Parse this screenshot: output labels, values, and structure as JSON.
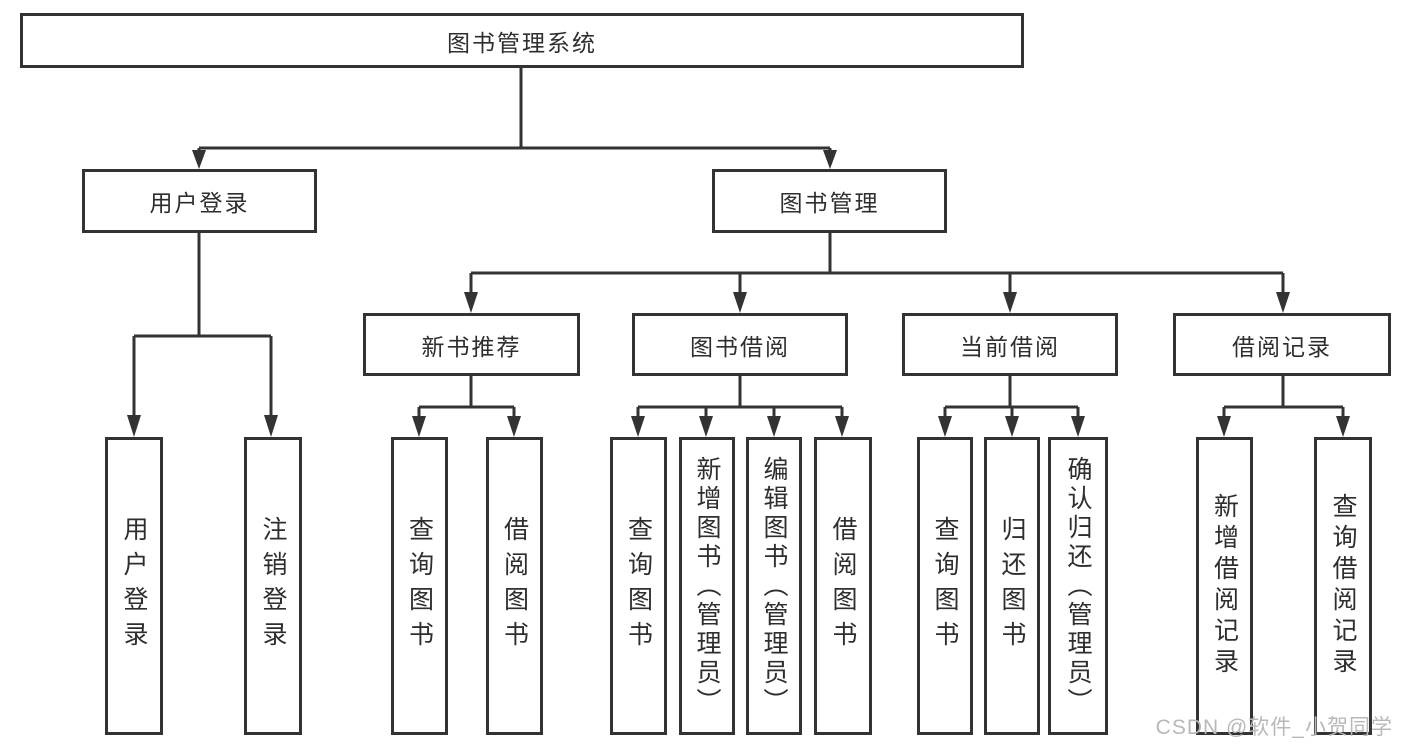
{
  "watermark": "CSDN @软件_小贺同学",
  "colors": {
    "line": "#333333",
    "text": "#2e2e2e",
    "background": "#ffffff",
    "watermark": "#b8b8b8"
  },
  "root": {
    "label": "图书管理系统",
    "children": [
      {
        "label": "用户登录",
        "children": [
          {
            "label": "用户登录"
          },
          {
            "label": "注销登录"
          }
        ]
      },
      {
        "label": "图书管理",
        "children": [
          {
            "label": "新书推荐",
            "children": [
              {
                "label": "查询图书"
              },
              {
                "label": "借阅图书"
              }
            ]
          },
          {
            "label": "图书借阅",
            "children": [
              {
                "label": "查询图书"
              },
              {
                "label": "新增图书（管理员）"
              },
              {
                "label": "编辑图书（管理员）"
              },
              {
                "label": "借阅图书"
              }
            ]
          },
          {
            "label": "当前借阅",
            "children": [
              {
                "label": "查询图书"
              },
              {
                "label": "归还图书"
              },
              {
                "label": "确认归还（管理员）"
              }
            ]
          },
          {
            "label": "借阅记录",
            "children": [
              {
                "label": "新增借阅记录"
              },
              {
                "label": "查询借阅记录"
              }
            ]
          }
        ]
      }
    ]
  }
}
